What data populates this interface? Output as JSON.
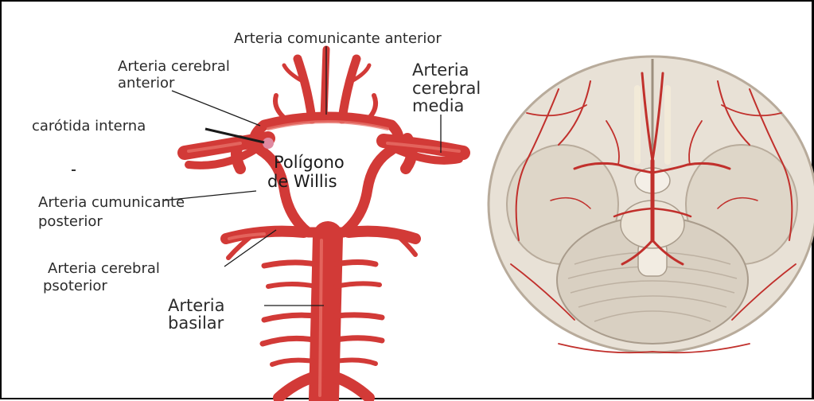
{
  "labels": {
    "acomm": "Arteria comunicante anterior",
    "aca_1": "Arteria cerebral",
    "aca_2": "anterior",
    "ica": "carótida interna",
    "mca_1": "Arteria",
    "mca_2": "cerebral",
    "mca_3": "media",
    "pcomm_1": "Arteria cumunicante",
    "pcomm_2": "posterior",
    "pca_1": "Arteria cerebral",
    "pca_2": "psoterior",
    "basilar_1": "Arteria",
    "basilar_2": "basilar",
    "willis_1": "Polígono",
    "willis_2": "de Willis"
  },
  "colors": {
    "artery": "#d23a37",
    "artery_dark": "#a82624",
    "artery_light": "#e8726a",
    "brain": "#e8e1d6",
    "brain_shadow": "#b8ab9b",
    "text": "#2b2b2b"
  },
  "icons": {
    "left_figure": "circle-of-willis-illustration",
    "right_figure": "brain-base-arteries-illustration"
  }
}
